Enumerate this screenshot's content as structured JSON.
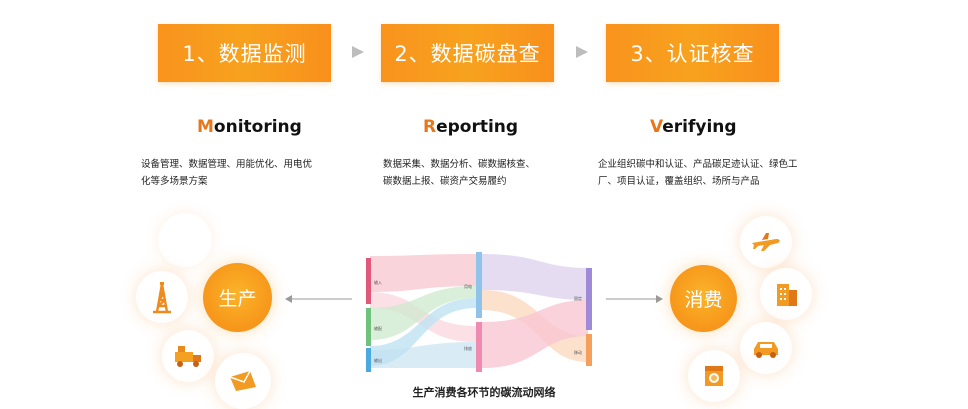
{
  "steps": [
    {
      "label": "1、数据监测"
    },
    {
      "label": "2、数据碳盘查"
    },
    {
      "label": "3、认证核查"
    }
  ],
  "phases": [
    {
      "lead": "M",
      "rest": "onitoring",
      "desc_lines": [
        "设备管理、数据管理、用能优化、用电优",
        "化等多场景方案"
      ]
    },
    {
      "lead": "R",
      "rest": "eporting",
      "desc_lines": [
        "数据采集、数据分析、碳数据核查、",
        "碳数据上报、碳资产交易履约"
      ]
    },
    {
      "lead": "V",
      "rest": "erifying",
      "desc_lines": [
        "企业组织碳中和认证、产品碳足迹认证、绿色工",
        "厂、项目认证，覆盖组织、场所与产品"
      ]
    }
  ],
  "production": {
    "label": "生产"
  },
  "consumption": {
    "label": "消费"
  },
  "left_icons": [
    "oil-derrick-icon",
    "factory-truck-icon",
    "envelope-icon"
  ],
  "right_icons": [
    "airplane-icon",
    "building-icon",
    "car-icon",
    "appliance-icon"
  ],
  "sankey": {
    "caption": "生产消费各环节的碳流动网络",
    "left_nodes": [
      "输入",
      "输配",
      "输出"
    ],
    "mid_nodes": [
      "用电",
      "排放"
    ],
    "right_nodes": [
      "固定",
      "移动"
    ]
  },
  "colors": {
    "accent": "#f7961d",
    "grey_arrow": "#bdbdbd"
  }
}
